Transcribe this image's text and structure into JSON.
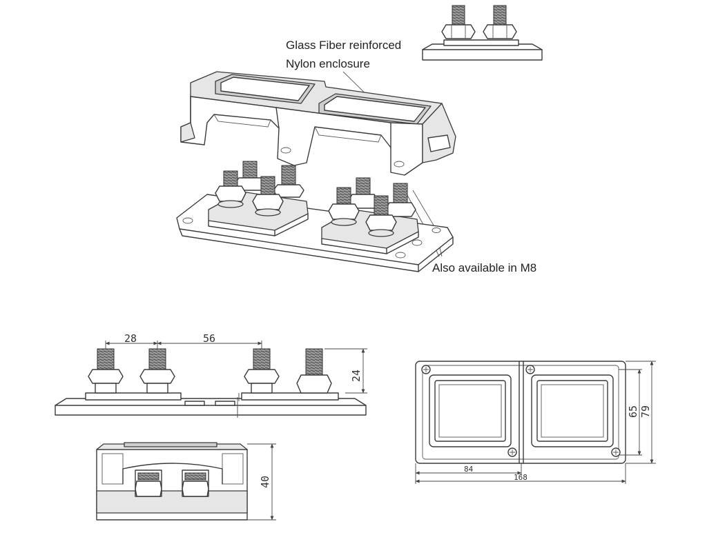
{
  "callouts": {
    "enclosure_line1": "Glass Fiber reinforced",
    "enclosure_line2": "Nylon enclosure",
    "stud_option": "Also available in M8"
  },
  "dimensions": {
    "stud_pitch_near": "28",
    "stud_pitch_far": "56",
    "stud_height": "24",
    "side_height": "40",
    "inner_height": "65",
    "outer_height": "79",
    "half_length": "84",
    "overall_length": "168"
  }
}
